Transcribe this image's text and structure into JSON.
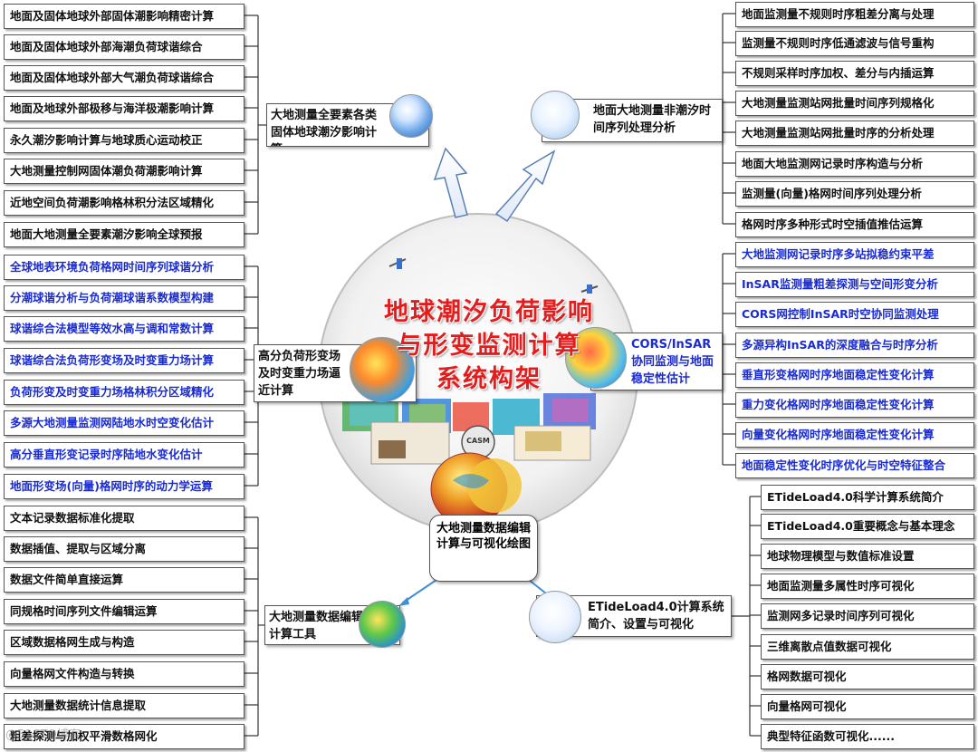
{
  "center": {
    "title_lines": [
      "地球潮汐负荷影响",
      "与形变监测计算",
      "系统构架"
    ],
    "hub_label": "大地测量数据编辑计算与可视化绘图",
    "logo_text": "CASM"
  },
  "groups": {
    "tide": {
      "title": "大地测量全要素各类固体地球潮汐影响计算"
    },
    "nontide": {
      "title": "地面大地测量非潮汐时间序列处理分析"
    },
    "load": {
      "title": "高分负荷形变场及时变重力场逼近计算"
    },
    "cors": {
      "title": "CORS/InSAR协同监测与地面稳定性估计"
    },
    "tools": {
      "title": "大地测量数据编辑计算工具"
    },
    "etide": {
      "title": "ETideLoad4.0计算系统简介、设置与可视化"
    }
  },
  "lists": {
    "tide": [
      "地面及固体地球外部固体潮影响精密计算",
      "地面及固体地球外部海潮负荷球谐综合",
      "地面及固体地球外部大气潮负荷球谐综合",
      "地面及地球外部极移与海洋极潮影响计算",
      "永久潮汐影响计算与地球质心运动校正",
      "大地测量控制网固体潮负荷潮影响计算",
      "近地空间负荷潮影响格林积分法区域精化",
      "地面大地测量全要素潮汐影响全球预报"
    ],
    "load": [
      "全球地表环境负荷格网时间序列球谐分析",
      "分潮球谐分析与负荷潮球谐系数模型构建",
      "球谐综合法模型等效水高与调和常数计算",
      "球谐综合法负荷形变场及时变重力场计算",
      "负荷形变及时变重力场格林积分区域精化",
      "多源大地测量监测网陆地水时空变化估计",
      "高分垂直形变记录时序陆地水变化估计",
      "地面形变场(向量)格网时序的动力学运算"
    ],
    "tools": [
      "文本记录数据标准化提取",
      "数据插值、提取与区域分离",
      "数据文件简单直接运算",
      "同规格时间序列文件编辑运算",
      "区域数据格网生成与构造",
      "向量格网文件构造与转换",
      "大地测量数据统计信息提取",
      "粗差探测与加权平滑数格网化"
    ],
    "nontide": [
      "地面监测量不规则时序粗差分离与处理",
      "监测量不规则时序低通滤波与信号重构",
      "不规则采样时序加权、差分与内插运算",
      "大地测量监测站网批量时间序列规格化",
      "大地测量监测站网批量时序的分析处理",
      "地面大地监测网记录时序构造与分析",
      "监测量(向量)格网时间序列处理分析",
      "格网时序多种形式时空插值推估运算"
    ],
    "cors": [
      "大地监测网记录时序多站拟稳约束平差",
      "InSAR监测量粗差探测与空间形变分析",
      "CORS网控制InSAR时空协同监测处理",
      "多源异构InSAR的深度融合与时序分析",
      "垂直形变格网时序地面稳定性变化计算",
      "重力变化格网时序地面稳定性变化计算",
      "向量变化格网时序地面稳定性变化计算",
      "地面稳定性变化时序优化与时空特征整合"
    ],
    "etide": [
      "ETideLoad4.0科学计算系统简介",
      "ETideLoad4.0重要概念与基本理念",
      "地球物理模型与数值标准设置",
      "地面监测量多属性时序可视化",
      "监测网多记录时间序列可视化",
      "三维离散点值数据可视化",
      "格网数据可视化",
      "向量格网可视化",
      "典型特征函数可视化......"
    ]
  },
  "watermark": "@51CTO博客",
  "colors": {
    "title_red": "#e21d1d",
    "item_blue": "#1a2bd0",
    "connector": "#3f8fd8"
  }
}
